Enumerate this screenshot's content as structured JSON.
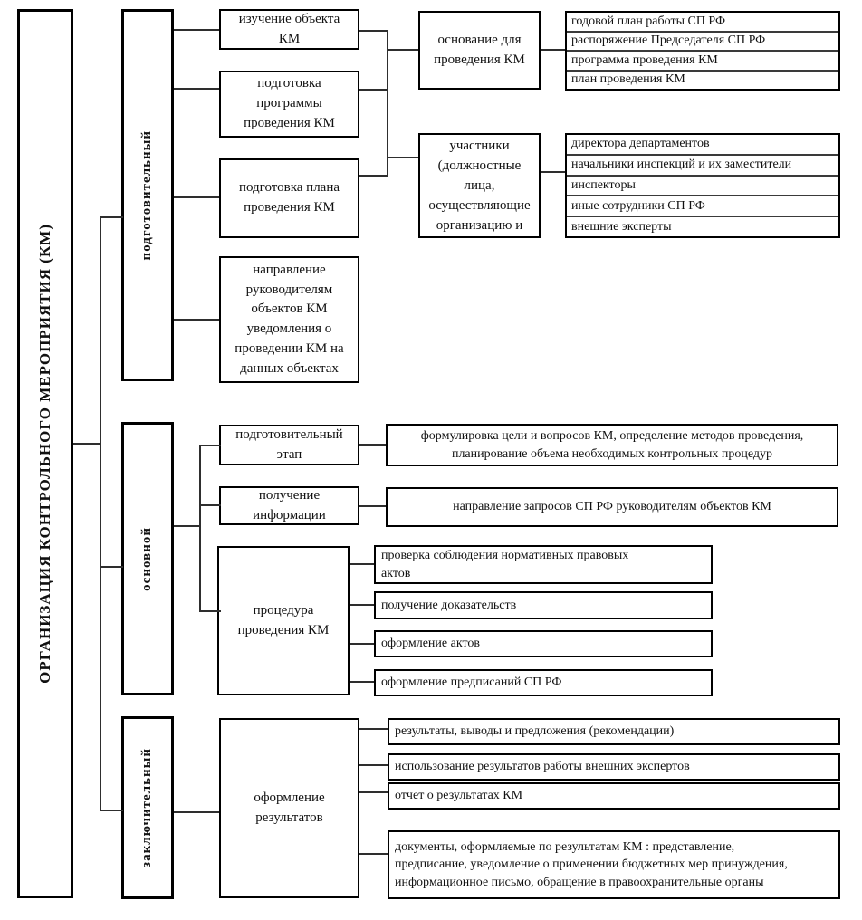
{
  "title": "ОРГАНИЗАЦИЯ КОНТРОЛЬНОГО МЕРОПРИЯТИЯ (КМ)",
  "stages": {
    "prep": {
      "label": "подготовительный",
      "study": "изучение объекта\nКМ",
      "program": "подготовка\nпрограммы\nпроведения КМ",
      "plan": "подготовка плана\nпроведения КМ",
      "notify": "направление\nруководителям\nобъектов КМ\nуведомления о\nпроведении КМ на\nданных объектах",
      "basis": {
        "label": "основание для\nпроведения КМ",
        "items": [
          "годовой план работы СП РФ",
          "распоряжение Председателя СП РФ",
          "программа проведения КМ",
          "план проведения КМ"
        ]
      },
      "participants": {
        "label": "участники\n(должностные\nлица,\nосуществляющие\nорганизацию и",
        "items": [
          "директора департаментов",
          "начальники инспекций и их заместители",
          "инспекторы",
          "иные сотрудники СП РФ",
          "внешние эксперты"
        ]
      }
    },
    "main": {
      "label": "основной",
      "prep_stage": "подготовительный\nэтап",
      "prep_detail": "формулировка цели и вопросов КМ, определение методов проведения,\nпланирование объема необходимых контрольных процедур",
      "info": "получение\nинформации",
      "info_detail": "направление запросов СП РФ руководителям объектов КМ",
      "procedure": "процедура\nпроведения КМ",
      "procedure_items": [
        "проверка соблюдения нормативных правовых\nактов",
        "получение доказательств",
        "оформление актов",
        "оформление предписаний СП РФ"
      ]
    },
    "final": {
      "label": "заключительный",
      "results": "оформление\nрезультатов",
      "items": [
        "результаты, выводы и предложения (рекомендации)",
        "использование результатов работы внешних экспертов",
        "отчет о результатах КМ",
        "документы, оформляемые по результатам КМ : представление,\nпредписание, уведомление о применении бюджетных мер принуждения,\nинформационное письмо, обращение в правоохранительные органы"
      ]
    }
  }
}
